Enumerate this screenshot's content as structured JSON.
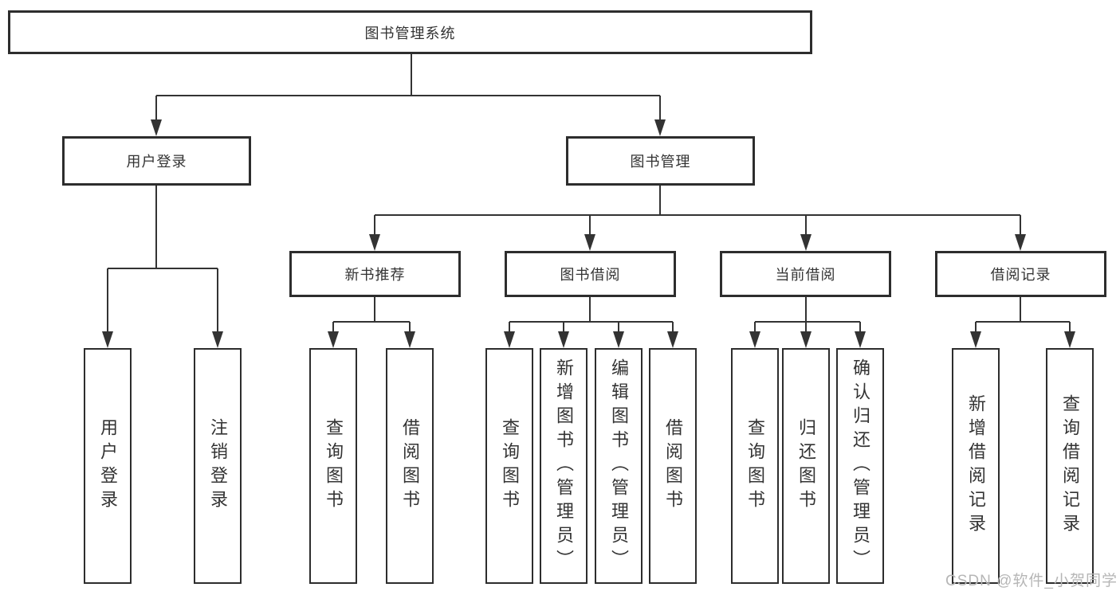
{
  "title": "图书管理系统",
  "colors": {
    "background": "#ffffff",
    "line": "#333333",
    "box_border": "#2d2d2d",
    "text": "#333333",
    "watermark": "#b6b6b6"
  },
  "tree": {
    "root": {
      "label": "图书管理系统"
    },
    "branches": [
      {
        "label": "用户登录",
        "children": [
          {
            "label": "用户登录"
          },
          {
            "label": "注销登录"
          }
        ]
      },
      {
        "label": "图书管理",
        "children": [
          {
            "label": "新书推荐",
            "children": [
              {
                "label": "查询图书"
              },
              {
                "label": "借阅图书"
              }
            ]
          },
          {
            "label": "图书借阅",
            "children": [
              {
                "label": "查询图书"
              },
              {
                "label": "新增图书（管理员）"
              },
              {
                "label": "编辑图书（管理员）"
              },
              {
                "label": "借阅图书"
              }
            ]
          },
          {
            "label": "当前借阅",
            "children": [
              {
                "label": "查询图书"
              },
              {
                "label": "归还图书"
              },
              {
                "label": "确认归还（管理员）"
              }
            ]
          },
          {
            "label": "借阅记录",
            "children": [
              {
                "label": "新增借阅记录"
              },
              {
                "label": "查询借阅记录"
              }
            ]
          }
        ]
      }
    ]
  },
  "watermark": "CSDN @软件_小贺同学"
}
